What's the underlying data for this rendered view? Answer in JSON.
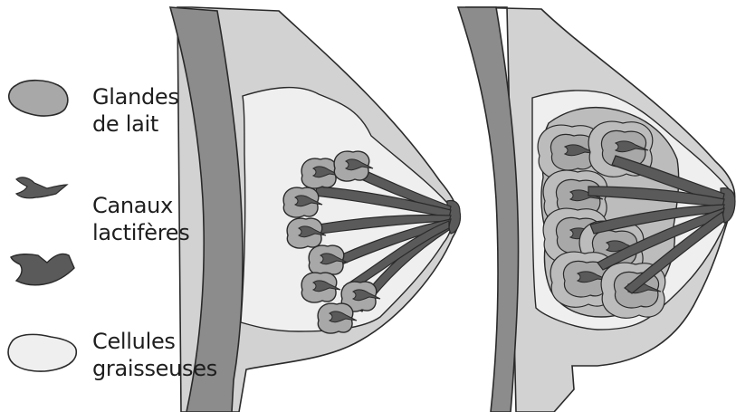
{
  "legend": {
    "milk_glands": {
      "line1": "Glandes",
      "line2": "de lait"
    },
    "milk_ducts": {
      "line1": "Canaux",
      "line2": "lactifères"
    },
    "fat_cells": {
      "line1": "Cellules",
      "line2": "graisseuses"
    }
  },
  "colors": {
    "outline": "#2a2a2a",
    "chest_wall": "#8c8c8c",
    "tissue": "#d2d2d2",
    "fat": "#efefef",
    "gland": "#a8a8a8",
    "gland_light": "#bcbcbc",
    "duct": "#5a5a5a"
  }
}
